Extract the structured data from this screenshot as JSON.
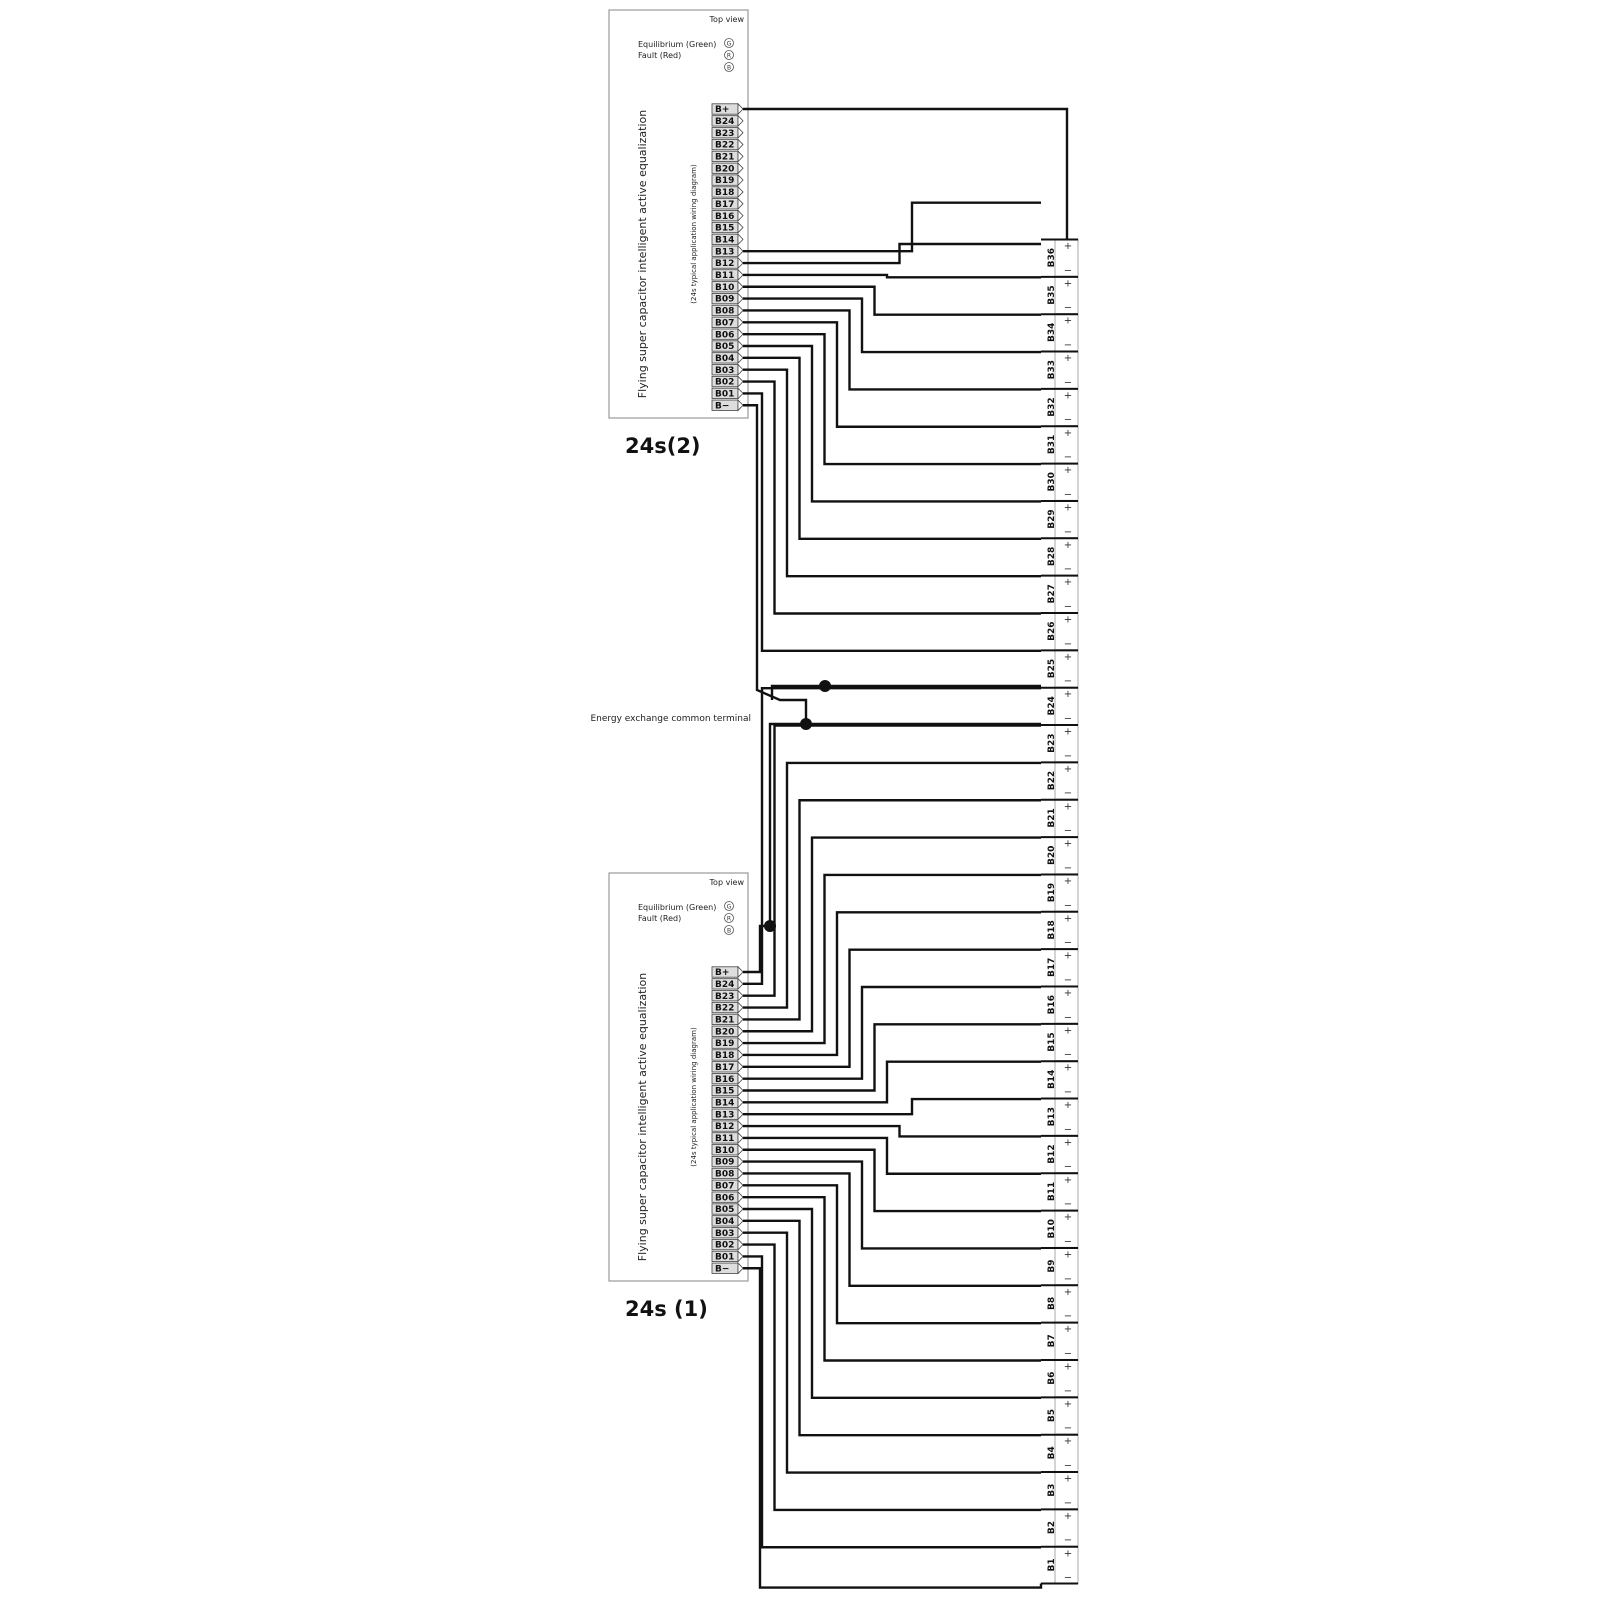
{
  "modules": [
    {
      "id": "m2",
      "name": "24s(2)",
      "view_label": "Top view",
      "led_green_label": "Equilibrium  (Green)",
      "led_red_label": "Fault   (Red)",
      "led_letters": [
        "G",
        "R",
        "B"
      ],
      "title": "Flying super capacitor intelligent active equalization",
      "subtitle": "(24s typical application wiring diagram)",
      "pins": [
        "B+",
        "B24",
        "B23",
        "B22",
        "B21",
        "B20",
        "B19",
        "B18",
        "B17",
        "B16",
        "B15",
        "B14",
        "B13",
        "B12",
        "B11",
        "B10",
        "B09",
        "B08",
        "B07",
        "B06",
        "B05",
        "B04",
        "B03",
        "B02",
        "B01",
        "B−"
      ]
    },
    {
      "id": "m1",
      "name": "24s (1)",
      "view_label": "Top view",
      "led_green_label": "Equilibrium  (Green)",
      "led_red_label": "Fault   (Red)",
      "led_letters": [
        "G",
        "R",
        "B"
      ],
      "title": "Flying super capacitor intelligent active equalization",
      "subtitle": "(24s typical application wiring diagram)",
      "pins": [
        "B+",
        "B24",
        "B23",
        "B22",
        "B21",
        "B20",
        "B19",
        "B18",
        "B17",
        "B16",
        "B15",
        "B14",
        "B13",
        "B12",
        "B11",
        "B10",
        "B09",
        "B08",
        "B07",
        "B06",
        "B05",
        "B04",
        "B03",
        "B02",
        "B01",
        "B−"
      ]
    }
  ],
  "common_terminal_label": "Energy exchange common terminal",
  "cell_plus": "+",
  "cell_minus": "−",
  "cells": [
    "B36",
    "B35",
    "B34",
    "B33",
    "B32",
    "B31",
    "B30",
    "B29",
    "B28",
    "B27",
    "B26",
    "B25",
    "B24",
    "B23",
    "B22",
    "B21",
    "B20",
    "B19",
    "B18",
    "B17",
    "B16",
    "B15",
    "B14",
    "B13",
    "B12",
    "B11",
    "B10",
    "B9",
    "B8",
    "B7",
    "B6",
    "B5",
    "B4",
    "B3",
    "B2",
    "B1"
  ]
}
